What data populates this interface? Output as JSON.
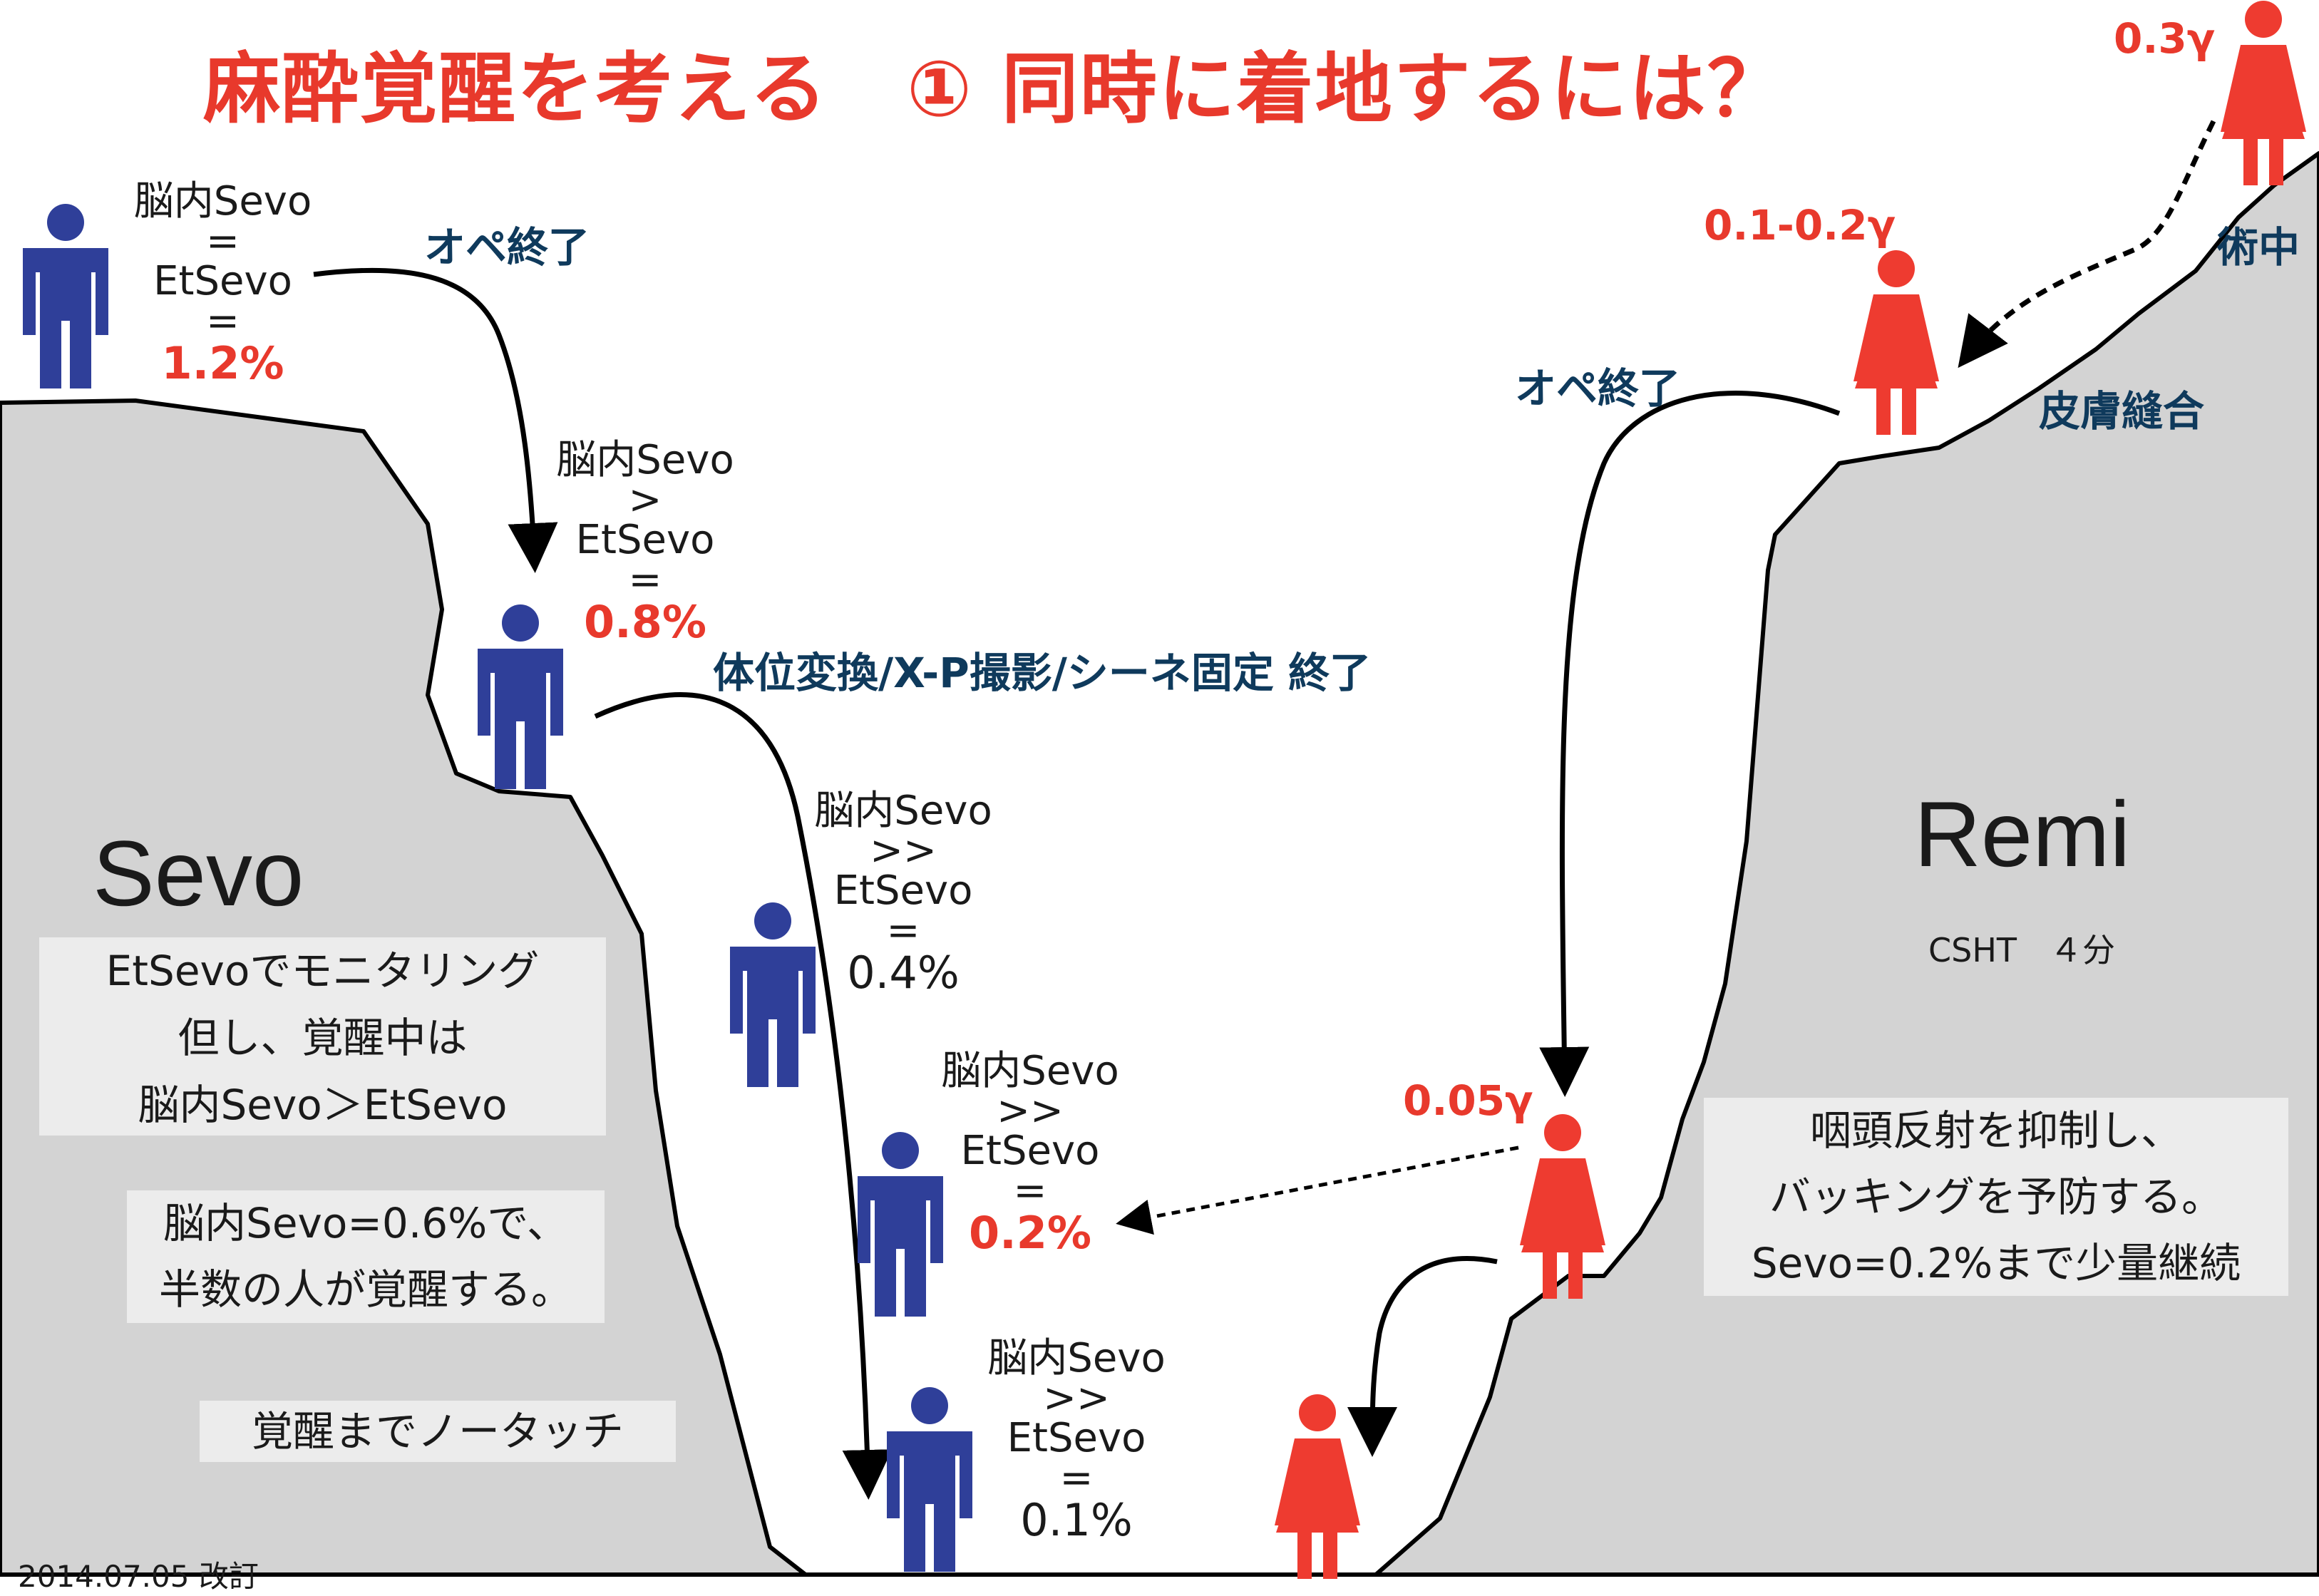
{
  "title": "麻酔覚醒を考える　① 同時に着地するには？",
  "colors": {
    "sevo_figure": "#2f3f99",
    "remi_figure": "#ee3b30",
    "accent_red": "#e8392c",
    "navy_label": "#0f3a5c",
    "terrain": "#d3d3d3"
  },
  "sevo": {
    "label": "Sevo",
    "stages": [
      {
        "lines": [
          "脳内Sevo",
          "=",
          "EtSevo",
          "="
        ],
        "value": "1.2%"
      },
      {
        "lines": [
          "脳内Sevo",
          ">",
          "EtSevo",
          "="
        ],
        "value": "0.8%"
      },
      {
        "lines": [
          "脳内Sevo",
          ">>",
          "EtSevo",
          "="
        ],
        "value": "0.4%"
      },
      {
        "lines": [
          "脳内Sevo",
          ">>",
          "EtSevo",
          "="
        ],
        "value": "0.2%"
      },
      {
        "lines": [
          "脳内Sevo",
          ">>",
          "EtSevo",
          "="
        ],
        "value": "0.1%"
      }
    ],
    "events": {
      "op_end": "オペ終了",
      "position_change": "体位変換/X-P撮影/シーネ固定 終了"
    },
    "notes": [
      {
        "lines": [
          "EtSevoでモニタリング",
          "但し、覚醒中は",
          "脳内Sevo＞EtSevo"
        ]
      },
      {
        "lines": [
          "脳内Sevo=0.6%で、",
          "半数の人が覚醒する。"
        ]
      },
      {
        "lines": [
          "覚醒までノータッチ"
        ]
      }
    ]
  },
  "remi": {
    "label": "Remi",
    "csht": "CSHT　４分",
    "doses": {
      "intraop": "0.3γ",
      "closure": "0.1-0.2γ",
      "op_end": "0.05γ"
    },
    "events": {
      "intraop": "術中",
      "closure": "皮膚縫合",
      "op_end": "オペ終了"
    },
    "note": {
      "lines": [
        "咽頭反射を抑制し、",
        "バッキングを予防する。",
        "Sevo=0.2%まで少量継続"
      ]
    }
  },
  "footer": "2014.07.05 改訂"
}
